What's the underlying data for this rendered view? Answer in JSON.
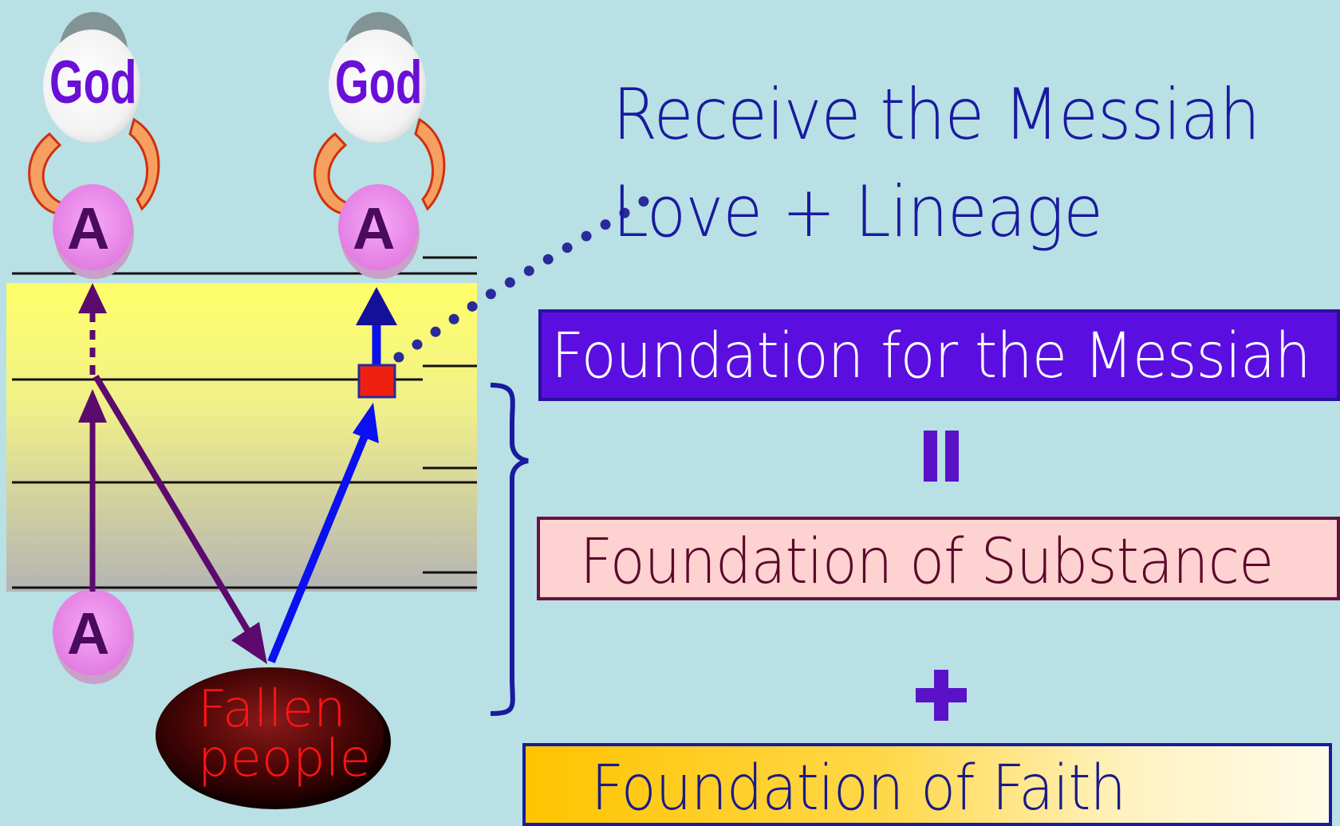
{
  "left_figure": {
    "god_label": "God",
    "adam_label": "A",
    "adam_bottom_label": "A"
  },
  "right_figure": {
    "god_label": "God",
    "adam_label": "A"
  },
  "fallen_people": {
    "line1": "Fallen",
    "line2": "people"
  },
  "heading": {
    "line1": "Receive the Messiah",
    "line2": "Love + Lineage"
  },
  "foundations": {
    "messiah": "Foundation for the Messiah",
    "equals_icon": "equals-icon",
    "substance": "Foundation of Substance",
    "plus_icon": "plus-icon",
    "faith": "Foundation of Faith"
  },
  "colors": {
    "background": "#b9e0e4",
    "god_text": "#6a0fd8",
    "adam_circle": "#ee88ee",
    "purple_arrow": "#5c0a6e",
    "blue_arrow": "#0a10f0",
    "heading_text": "#1a1aa0",
    "messiah_box": "#5a0fe0",
    "substance_box": "#ffd2d2",
    "faith_box": "#ffc400",
    "fallen_text": "#ff1414"
  }
}
